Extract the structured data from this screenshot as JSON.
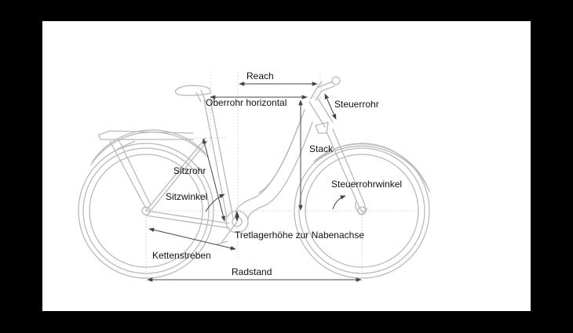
{
  "labels": {
    "reach": "Reach",
    "top_tube": "Oberrohr horizontal",
    "head_tube": "Steuerrohr",
    "stack": "Stack",
    "seat_tube": "Sitzrohr",
    "seat_angle": "Sitzwinkel",
    "head_angle": "Steuerrohrwinkel",
    "bb_drop": "Tretlagerhöhe zur Nabenachse",
    "chainstays": "Kettenstreben",
    "wheelbase": "Radstand"
  },
  "colors": {
    "background": "#000000",
    "panel": "#ffffff",
    "bike_line": "#b9b9b9",
    "guide_line": "#cfcfcf",
    "dimension_line": "#444444",
    "text": "#111111"
  }
}
